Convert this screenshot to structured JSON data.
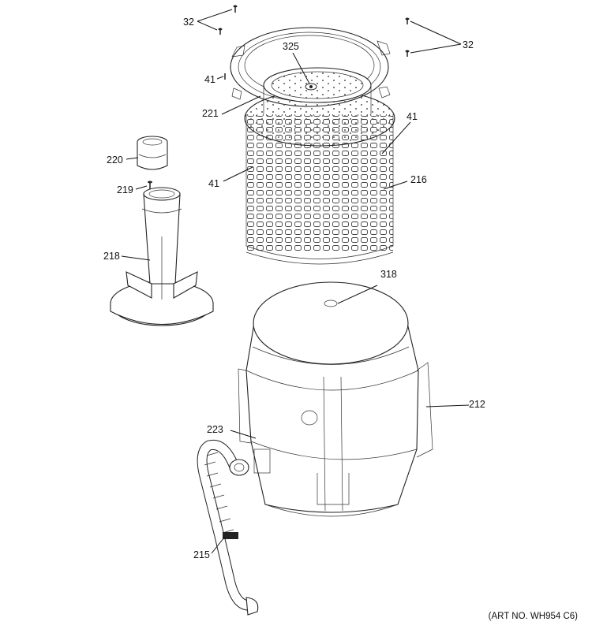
{
  "callouts": {
    "c32_left": "32",
    "c32_right": "32",
    "c325": "325",
    "c41_top": "41",
    "c221": "221",
    "c41_right": "41",
    "c220": "220",
    "c41_left": "41",
    "c216": "216",
    "c219": "219",
    "c218": "218",
    "c318": "318",
    "c212": "212",
    "c223": "223",
    "c215": "215"
  },
  "art_number": "(ART NO. WH954 C6)"
}
